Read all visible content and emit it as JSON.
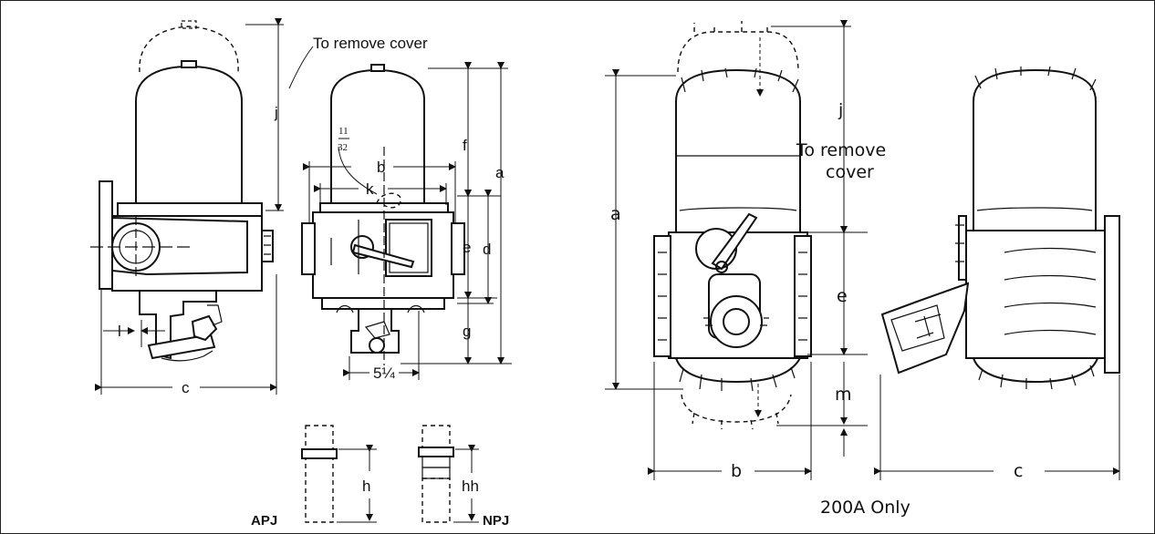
{
  "left_view": {
    "cover_note": "To remove cover",
    "dims": {
      "j": "j",
      "l": "l",
      "c": "c"
    }
  },
  "front_view": {
    "frac_num": "11",
    "frac_den": "32",
    "dims": {
      "b": "b",
      "k": "k",
      "f": "f",
      "a": "a",
      "e": "e",
      "d": "d",
      "g": "g",
      "width": "5¼"
    }
  },
  "plugs": {
    "apj": {
      "label": "APJ",
      "dim": "h"
    },
    "npj": {
      "label": "NPJ",
      "dim": "hh"
    }
  },
  "right_views": {
    "cover_note_line1": "To remove",
    "cover_note_line2": "cover",
    "dims": {
      "a": "a",
      "j": "j",
      "e": "e",
      "m": "m",
      "b": "b",
      "c": "c"
    },
    "caption": "200A Only"
  }
}
